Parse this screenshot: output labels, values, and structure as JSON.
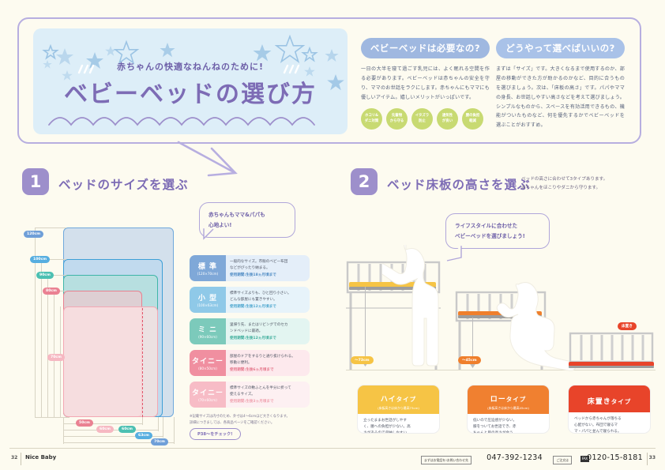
{
  "hero": {
    "subtitle": "赤ちゃんの快適なねんねのために!",
    "title": "ベビーベッドの選び方"
  },
  "info_boxes": [
    {
      "heading": "ベビーベッドは必要なの?",
      "body": "一日の大半を寝て過ごす乳児には、よく眠れる空間を作る必要があります。ベビーベッドは赤ちゃんの安全を守り、ママのお世話をラクにします。赤ちゃんにもママにも優しいアイテム。嬉しいメリットがいっぱいです。",
      "badges": [
        [
          "ホコリ&",
          "ダニ対策"
        ],
        [
          "先輩物",
          "から守る"
        ],
        [
          "イタズラ",
          "防止"
        ],
        [
          "通気性",
          "が良い"
        ],
        [
          "腰の負担",
          "軽減"
        ]
      ]
    },
    {
      "heading": "どうやって選べばいいの?",
      "body": "まずは「サイズ」です。大きくなるまで使用するのか、部屋の移動ができた方が助かるのかなど、目的に合うものを選びましょう。次は、「床板の高さ」です。パパやママの身長、お世話しやすい高さなどを考えて選びましょう。シンプルなものから、スペースを有効活用できるもの、機能がついたものなど、何を優先するかでベビーベッドを選ぶことがおすすめ。"
    }
  ],
  "sections": [
    {
      "number": "1",
      "title": "ベッドのサイズを選ぶ",
      "note": ""
    },
    {
      "number": "2",
      "title": "ベッド床板の高さを選ぶ",
      "note": "ベッドの高さに合わせて3タイプあります。\n赤ちゃんをほこりやダニから守ります。"
    }
  ],
  "bubbles": {
    "section1": "赤ちゃんもママ&パパも\n心地よい!",
    "section2": "ライフスタイルに合わせた\nベビーベッドを選びましょう!"
  },
  "diagram": {
    "vertical_labels": [
      {
        "text": "120cm",
        "color": "#6f9fd8"
      },
      {
        "text": "100cm",
        "color": "#57aee0"
      },
      {
        "text": "90cm",
        "color": "#4cc0b2"
      },
      {
        "text": "80cm",
        "color": "#ea8192"
      },
      {
        "text": "70cm",
        "color": "#f6b8c2"
      }
    ],
    "horizontal_labels": [
      {
        "text": "50cm",
        "color": "#ea8192"
      },
      {
        "text": "60cm",
        "color": "#f6b8c2"
      },
      {
        "text": "60cm",
        "color": "#4cc0b2"
      },
      {
        "text": "63cm",
        "color": "#57aee0"
      },
      {
        "text": "70cm",
        "color": "#6f9fd8"
      }
    ]
  },
  "size_cards": [
    {
      "name": "標 準",
      "dimension": "(120×70cm)",
      "desc": "一般的なサイズ。市販のベビー布団\nなどがぴったり納まる。",
      "usage": "使用期間:生後18ヵ月頃まで",
      "head_bg": "#7fa8d8",
      "body_bg": "#e4eef9",
      "usage_color": "#4e8bc4"
    },
    {
      "name": "小 型",
      "dimension": "(100×63cm)",
      "desc": "標準サイズよりも、ひと回り小さい。\nどんな部屋にも置きやすい。",
      "usage": "使用期間:生後12ヵ月頃まで",
      "head_bg": "#8fc9e8",
      "body_bg": "#e7f3fa",
      "usage_color": "#4ea7cf"
    },
    {
      "name": "ミ ニ",
      "dimension": "(90×60cm)",
      "desc": "里帰り先、またはリビングでのセカ\nンドベッドに最適。",
      "usage": "使用期間:生後12ヵ月頃まで",
      "head_bg": "#7ccabb",
      "body_bg": "#e3f5f1",
      "usage_color": "#3fae9c"
    },
    {
      "name": "タイニー",
      "dimension": "(80×50cm)",
      "desc": "部屋のドアをするりと通り抜けられる。\n移動に便利。",
      "usage": "使用期間:生後6ヵ月頃まで",
      "head_bg": "#f08fa0",
      "body_bg": "#fde9ed",
      "usage_color": "#e5788c"
    },
    {
      "name": "タイニー",
      "dimension": "(70×60cm)",
      "desc": "標準サイズの敷ふとんを半分に折って\n使えるサイズ。",
      "usage": "使用期間:生後3ヵ月頃まで",
      "head_bg": "#f7bcc6",
      "body_bg": "#fdf0f2",
      "usage_color": "#f0a4b1"
    }
  ],
  "size_note": "※記載サイズは内寸のため、外寸は4〜6cmほど大きくなります。\n詳細につきましては、各商品ページをご確認ください。",
  "check_link": "P38〜をチェック!",
  "height_markers": [
    {
      "text": "〜73cm",
      "color": "#f6b93b"
    },
    {
      "text": "〜45cm",
      "color": "#ef7f2c"
    },
    {
      "text": "床置き",
      "color": "#e8442a"
    }
  ],
  "type_cards": [
    {
      "name": "ハイ",
      "name_suffix": "タイプ",
      "sub": "(床板高さは床から最高73cm)",
      "body": "立ったままお世話がしやす\nく、腰への負担が少ない。高\nさがあるので収納しやすい。",
      "color": "#f6c445"
    },
    {
      "name": "ロー",
      "name_suffix": "タイプ",
      "sub": "(床板高さは床から最高45cm)",
      "body": "低いので圧迫感が少ない。\n膝をついてお世話でき、赤\nちゃんと目の高さが合う。",
      "color": "#f08030"
    },
    {
      "name": "床置き",
      "name_suffix": "タイプ",
      "sub": "",
      "body": "ベッドから赤ちゃんが落ちる\n心配がない。布団で寝るマ\nマ・パパと並んで寝られる。",
      "color": "#e8442a"
    }
  ],
  "footer": {
    "page_left": "32",
    "brand": "Nice Baby",
    "phone_tag": "まずはお電話を!お問い合わせ先",
    "phone": "047-392-1234",
    "order_tag": "ご注文は",
    "fax_icon": "FAX",
    "order_number": "0120-15-8181",
    "page_right": "33"
  }
}
